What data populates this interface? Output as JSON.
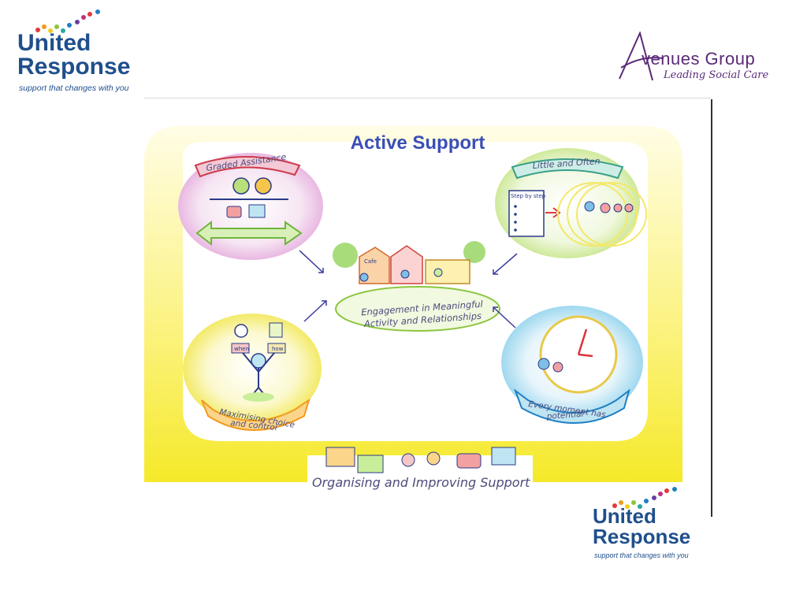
{
  "logos": {
    "united_response": {
      "line1": "United",
      "line2": "Response",
      "tagline": "support that changes with you"
    },
    "avenues": {
      "name": "venues Group",
      "tagline": "Leading Social Care"
    }
  },
  "diagram": {
    "title": "Active Support",
    "sections": {
      "graded_assistance": "Graded Assistance",
      "little_and_often": "Little and Often",
      "step_by_step": "Step by step",
      "maximising_line1": "Maximising choice",
      "maximising_line2": "and control",
      "every_moment_line1": "Every moment has",
      "every_moment_line2": "potential",
      "when": "when",
      "how": "how",
      "cafe": "Cafe"
    },
    "centre": {
      "line1": "Engagement in Meaningful",
      "line2": "Activity and Relationships"
    },
    "bottom": "Organising and Improving Support"
  },
  "colors": {
    "brand_blue": "#1f4f8c",
    "title_blue": "#3a4fb5",
    "frame_yellow": "#f7ec3a",
    "avenues_purple": "#5a2a78"
  }
}
